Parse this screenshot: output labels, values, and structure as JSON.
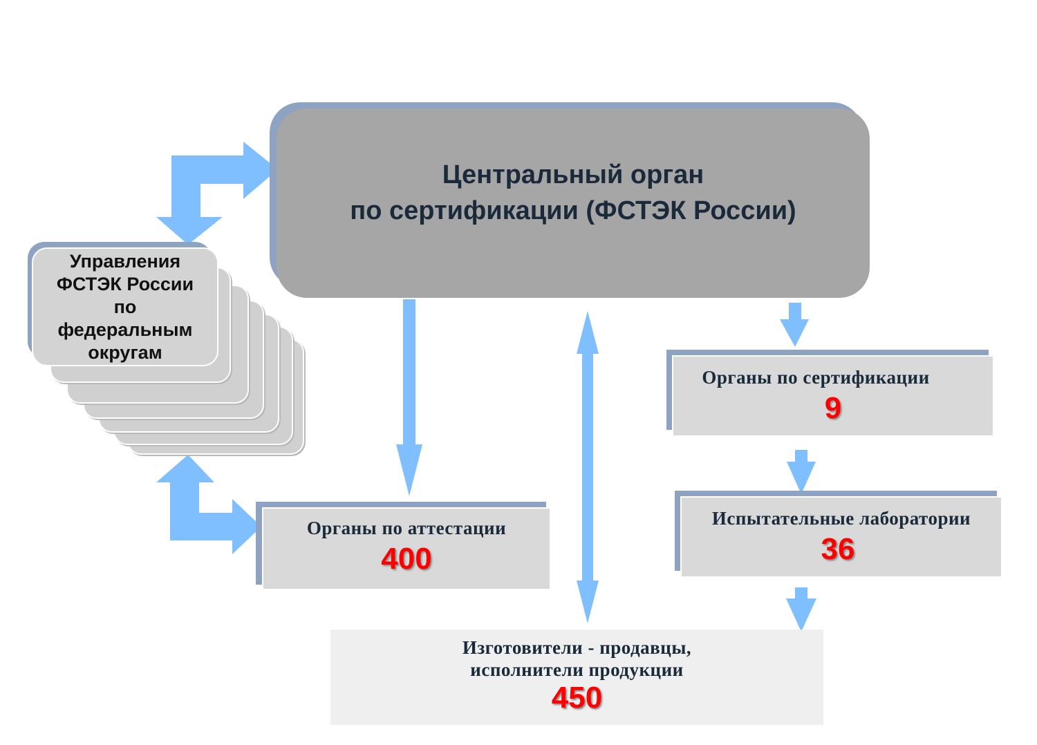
{
  "diagram": {
    "central": {
      "title": "Центральный орган\nпо сертификации (ФСТЭК России)"
    },
    "regional": {
      "title": "Управления\nФСТЭК России\nпо\nфедеральным\nокругам"
    },
    "attestation": {
      "label": "Органы по аттестации",
      "count": "400"
    },
    "certification_bodies": {
      "label": "Органы по сертификации",
      "count": "9"
    },
    "test_labs": {
      "label": "Испытательные лаборатории",
      "count": "36"
    },
    "manufacturers": {
      "label": "Изготовители - продавцы,\nисполнители продукции",
      "count": "450"
    }
  },
  "colors": {
    "arrow": "#80bfff",
    "box_border": "#8ea3c1",
    "central_fill": "#a6a6a6",
    "box_fill": "#d9d9d9",
    "number": "#ff0000"
  }
}
